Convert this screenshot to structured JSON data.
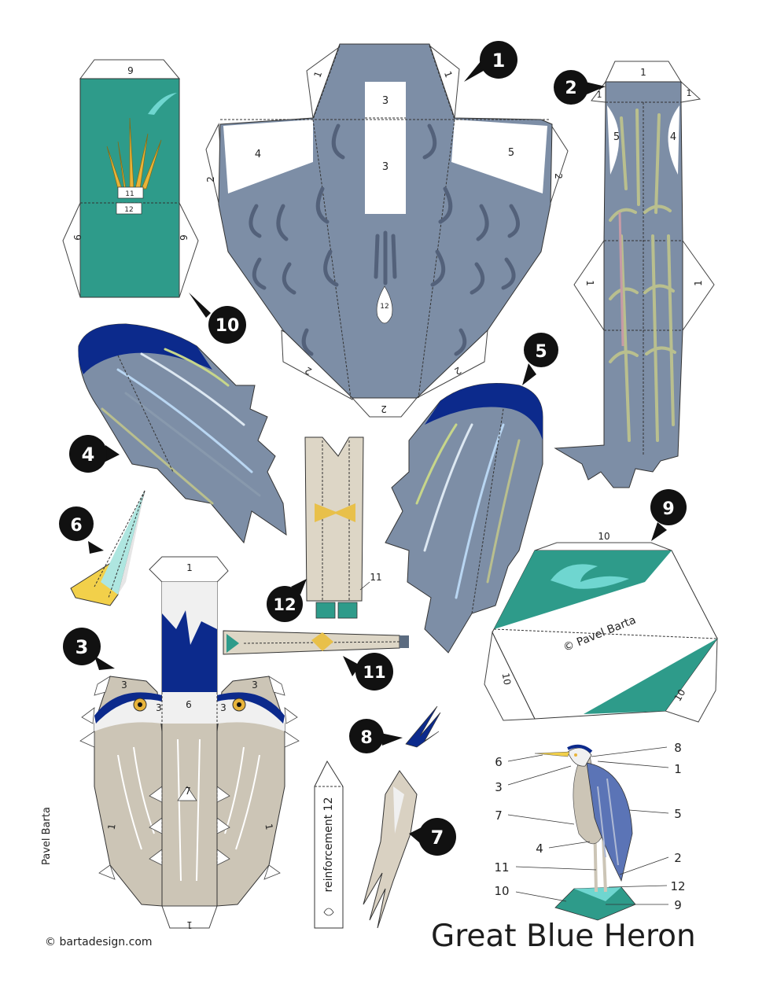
{
  "title": "Great Blue Heron",
  "credits": {
    "copyright_url": "©  bartadesign.com",
    "author_vertical": "Pavel Barta",
    "author_on_base": "© Pavel Barta"
  },
  "colors": {
    "body_gray": "#7d8ea6",
    "wing_navy": "#0c2a8c",
    "base_teal": "#2e9b8a",
    "beak_yellow": "#f2d04a",
    "neck_cream": "#c9c3b4",
    "dark_stroke": "#53617a"
  },
  "parts": [
    {
      "number": "1",
      "description": "body"
    },
    {
      "number": "2",
      "description": "neck"
    },
    {
      "number": "3",
      "description": "head"
    },
    {
      "number": "4",
      "description": "left wing"
    },
    {
      "number": "5",
      "description": "right wing"
    },
    {
      "number": "6",
      "description": "beak"
    },
    {
      "number": "7",
      "description": "chest plumes"
    },
    {
      "number": "8",
      "description": "crest"
    },
    {
      "number": "9",
      "description": "base"
    },
    {
      "number": "10",
      "description": "stand"
    },
    {
      "number": "11",
      "description": "leg"
    },
    {
      "number": "12",
      "description": "leg"
    }
  ],
  "labels": {
    "tab_1": "1",
    "tab_2": "2",
    "tab_3": "3",
    "tab_4": "4",
    "tab_5": "5",
    "tab_6": "6",
    "tab_7": "7",
    "tab_9": "9",
    "tab_10": "10",
    "tab_11": "11",
    "tab_12": "12",
    "reinforcement": "reinforcement 12"
  },
  "legend": {
    "left": [
      "6",
      "3",
      "7",
      "4",
      "11",
      "10"
    ],
    "right": [
      "8",
      "1",
      "5",
      "2",
      "12",
      "9"
    ]
  }
}
